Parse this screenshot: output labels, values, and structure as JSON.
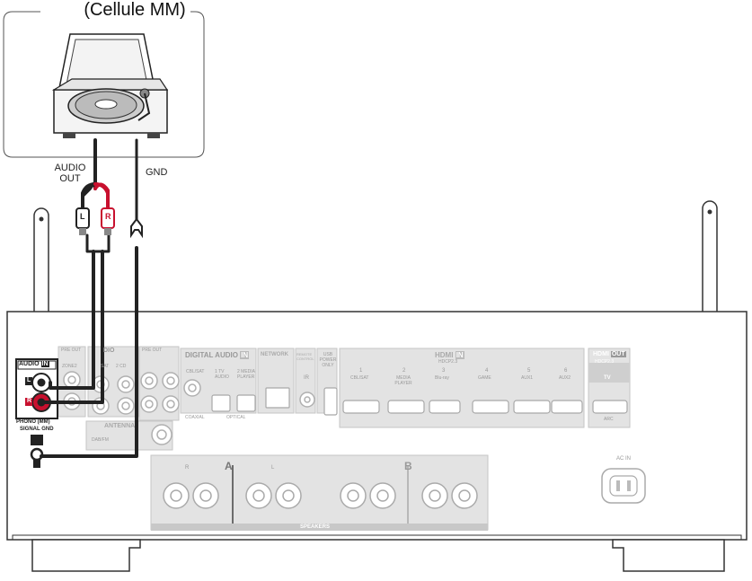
{
  "device": {
    "caption": "(Cellule MM)"
  },
  "cable": {
    "audio_out_line1": "AUDIO",
    "audio_out_line2": "OUT",
    "gnd": "GND",
    "plug_left": "L",
    "plug_right": "R"
  },
  "panel": {
    "audio_in_title": "AUDIO",
    "audio_in_badge": "IN",
    "jack_l": "L",
    "jack_r": "R",
    "phono": "PHONO (MM)",
    "signal_gnd": "SIGNAL GND",
    "pre_out_1": "PRE OUT",
    "zone2": "ZONE2",
    "audio_in_2": "DIO",
    "sat": "SAT",
    "cd": "2  CD",
    "pre_out_2": "PRE OUT",
    "digital_audio": "DIGITAL AUDIO",
    "digital_in": "IN",
    "cbl_sat": "CBL/SAT",
    "tv_audio": "1  TV AUDIO",
    "media_player": "2  MEDIA PLAYER",
    "coaxial": "COAXIAL",
    "optical": "OPTICAL",
    "network": "NETWORK",
    "remote_control": "REMOTE CONTROL",
    "ir": "IR",
    "usb": "USB POWER ONLY",
    "hdmi_in_title": "HDMI",
    "hdmi_in_badge": "IN",
    "hdcp": "HDCP2.3",
    "hdmi_inputs": [
      "CBL/SAT",
      "MEDIA PLAYER",
      "Blu-ray",
      "GAME",
      "AUX1",
      "AUX2"
    ],
    "hdmi_numbers": [
      "1",
      "2",
      "3",
      "4",
      "5",
      "6"
    ],
    "hdmi_out_title": "HDMI",
    "hdmi_out_badge": "OUT",
    "hdmi_out_hdcp": "HDCP2.3",
    "tv": "TV",
    "arc": "ARC",
    "antenna": "ANTENNA",
    "dab_fm": "DAB/FM",
    "speakers": "SPEAKERS",
    "zone_a": "A",
    "zone_b": "B",
    "spk_r": "R",
    "spk_l": "L",
    "ac_in": "AC IN"
  }
}
